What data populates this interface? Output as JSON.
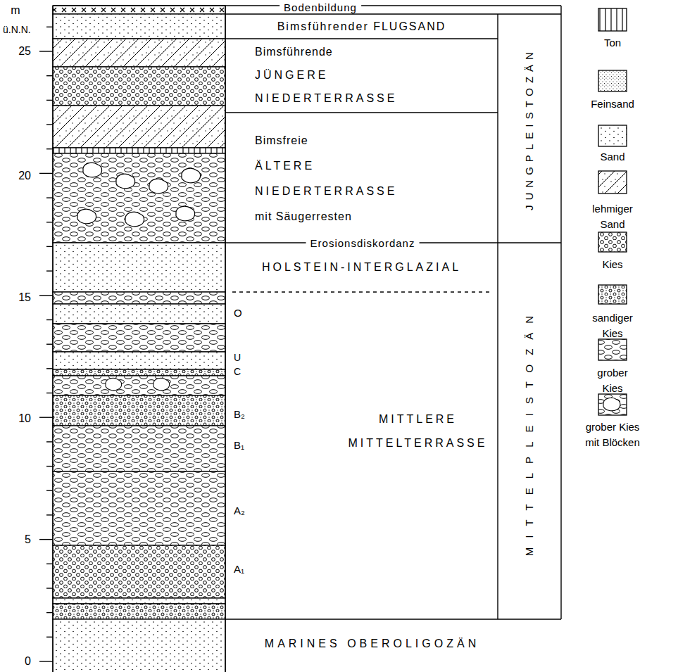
{
  "diagram": {
    "nodes": [
      {
        "text": [
          "Bimsführender FLUGSAND"
        ]
      },
      {
        "text": [
          "Bimsführende",
          "JÜNGERE NIEDERTERRASSE"
        ]
      },
      {
        "text": [
          "Bimsfreie",
          "ÄLTERE NIEDERTERRASSE",
          "mit Säugerresten"
        ]
      },
      {
        "text": [
          "HOLSTEIN-INTERGLAZIAL"
        ]
      },
      {
        "text": [
          "MITTLERE MITTELTERRASSE"
        ]
      },
      {
        "text": [
          "MARINES OBEROLIGOZÄN"
        ]
      },
      {
        "text": [
          "JUNGPLEISTOZÄN"
        ]
      },
      {
        "text": [
          "MITTELPLEISTOZÄN"
        ]
      }
    ],
    "labels": [
      "m",
      "ü.N.N.",
      "25",
      "20",
      "15",
      "10",
      "5",
      "0",
      "Bodenbildung",
      "Erosionsdiskordanz",
      "O",
      "U",
      "C",
      "B₂",
      "B₁",
      "A₂",
      "A₁"
    ],
    "legend": [
      {
        "text": "Ton"
      },
      {
        "text": "Feinsand"
      },
      {
        "text": "Sand"
      },
      {
        "text": "lehmiger Sand"
      },
      {
        "text": "Kies"
      },
      {
        "text": "sandiger Kies"
      },
      {
        "text": "grober Kies"
      },
      {
        "text": "grober Kies mit Blöcken"
      }
    ]
  }
}
